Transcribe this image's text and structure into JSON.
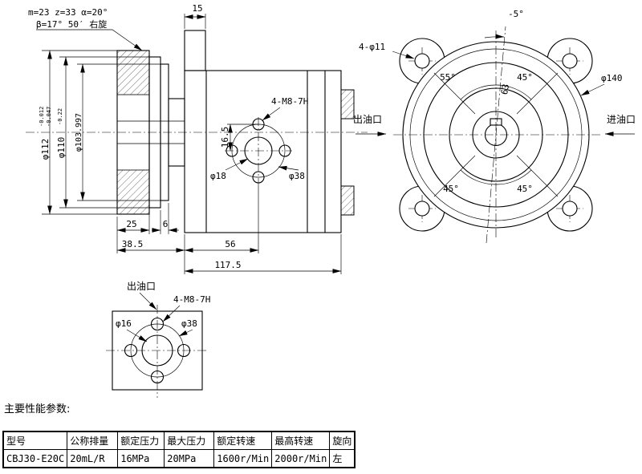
{
  "side_view": {
    "gear_note_line1": "m=23 z=33 α=20°",
    "gear_note_line2": "β=17° 50′ 右旋",
    "dim_boss_width": "15",
    "dia112": "φ112",
    "dia112_tol_upper": "-0.012",
    "dia112_tol_lower": "-0.047",
    "dia110": "φ110",
    "dia110_tol": "-0.22",
    "dia103": "φ103.997",
    "dim_flange_thickness": "25",
    "dim_pilot_depth": "6",
    "dim_front_length": "38.5",
    "dim_port_center": "56",
    "dim_total_length": "117.5",
    "port_thread_label": "4-M8-7H",
    "dim_hole_offset": "16.5",
    "dia_port": "φ18",
    "dia_bolt_circle": "φ38"
  },
  "front_view": {
    "mount_holes_label": "4-φ11",
    "tilt_angle": "-5°",
    "angle_55": "55°",
    "angle_45_upper": "45°",
    "dim_63": "63",
    "dia_body": "φ140",
    "angle_45_lower_left": "45°",
    "angle_45_lower_right": "45°",
    "outlet_label": "出油口",
    "inlet_label": "进油口"
  },
  "bottom_view": {
    "outlet_label": "出油口",
    "port_thread_label": "4-M8-7H",
    "dia_port": "φ16",
    "dia_bolt_circle": "φ38"
  },
  "section_title": "主要性能参数:",
  "table": {
    "headers": [
      "型号",
      "公称排量",
      "额定压力",
      "最大压力",
      "额定转速",
      "最高转速",
      "旋向"
    ],
    "rows": [
      [
        "CBJ30-E20C",
        "20mL/R",
        "16MPa",
        "20MPa",
        "1600r/Min",
        "2000r/Min",
        "左"
      ]
    ]
  }
}
